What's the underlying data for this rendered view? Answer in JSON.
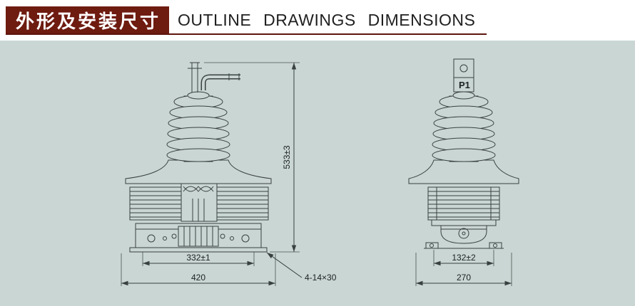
{
  "header": {
    "title_cn": "外形及安装尺寸",
    "title_en": "OUTLINE DRAWINGS DIMENSIONS"
  },
  "views": {
    "front": {
      "dim_height": "533±3",
      "dim_mounting_width": "332±1",
      "dim_overall_width": "420",
      "slot_note": "4-14×30"
    },
    "side": {
      "terminal_label": "P1",
      "dim_mounting_width": "132±2",
      "dim_overall_width": "270"
    }
  },
  "colors": {
    "header_bg": "#6e1b10",
    "canvas_bg": "#c9d6d4",
    "line": "#39413f"
  }
}
